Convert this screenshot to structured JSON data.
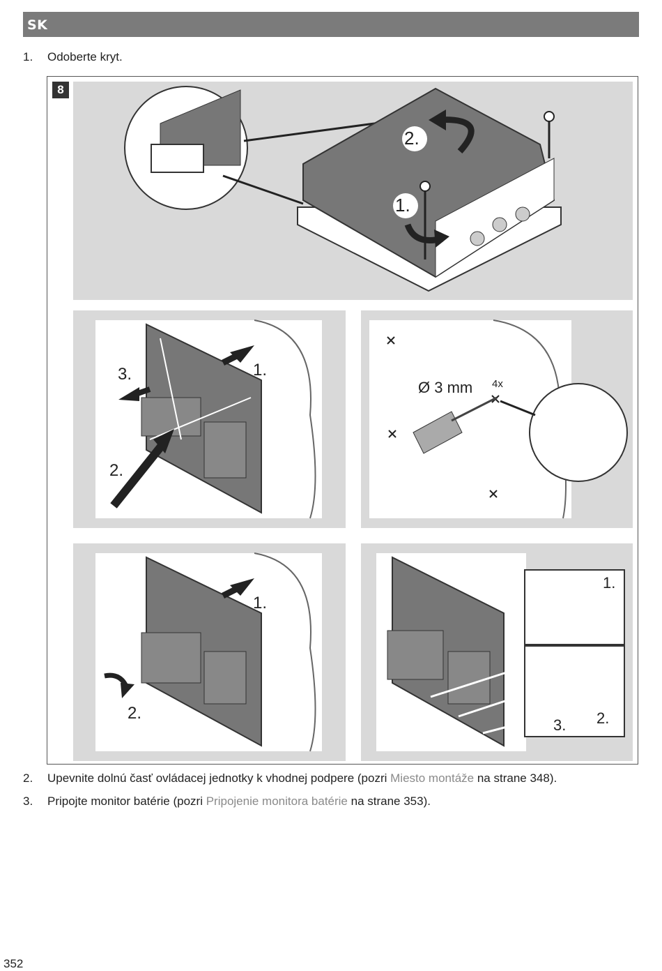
{
  "header": {
    "lang": "SK"
  },
  "steps": [
    {
      "num": "1.",
      "text": "Odoberte kryt."
    },
    {
      "num": "2.",
      "text_before": "Upevnite dolnú časť ovládacej jednotky k vhodnej podpere (pozri ",
      "link": "Miesto montáže",
      "text_after": " na strane 348)."
    },
    {
      "num": "3.",
      "text_before": "Pripojte monitor batérie (pozri ",
      "link": "Pripojenie monitora batérie",
      "text_after": " na strane 353)."
    }
  ],
  "figure": {
    "number": "8",
    "panel_top": {
      "labels": [
        "1.",
        "2."
      ]
    },
    "panel_mid_left": {
      "labels": [
        "1.",
        "2.",
        "3."
      ]
    },
    "panel_mid_right": {
      "dimension": "Ø 3 mm",
      "count": "4x"
    },
    "panel_bot_left": {
      "labels": [
        "1.",
        "2."
      ]
    },
    "panel_bot_right": {
      "labels": [
        "1.",
        "2.",
        "3."
      ]
    }
  },
  "page_number": "352"
}
